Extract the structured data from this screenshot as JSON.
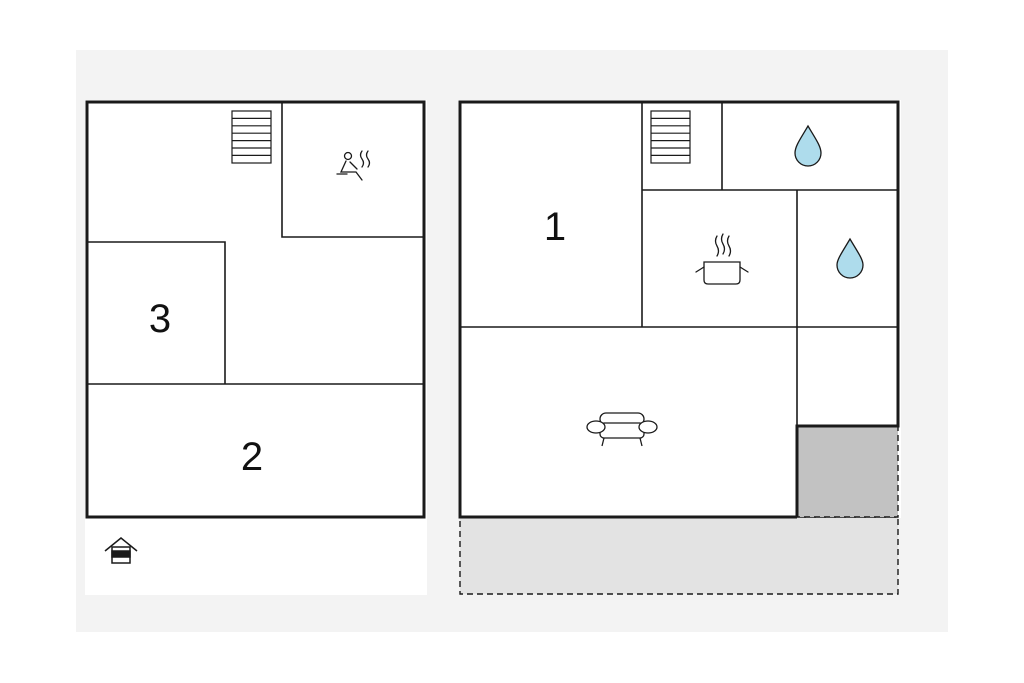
{
  "floor_plan": {
    "colors": {
      "frame_background": "#f3f3f3",
      "floor_background": "#ffffff",
      "wall": "#1a1a1a",
      "terrace_fill": "#e3e3e3",
      "covered_area_fill": "#c2c2c2",
      "water_drop": "#aedcec"
    },
    "rooms": [
      {
        "id": "bedroom-1",
        "label": "1"
      },
      {
        "id": "bedroom-2",
        "label": "2"
      },
      {
        "id": "bedroom-3",
        "label": "3"
      }
    ],
    "icons": [
      "stairs-icon",
      "sauna-icon",
      "kitchen-pot-icon",
      "bathroom-water-drop-icon",
      "living-room-sofa-icon",
      "house-entrance-icon"
    ]
  }
}
